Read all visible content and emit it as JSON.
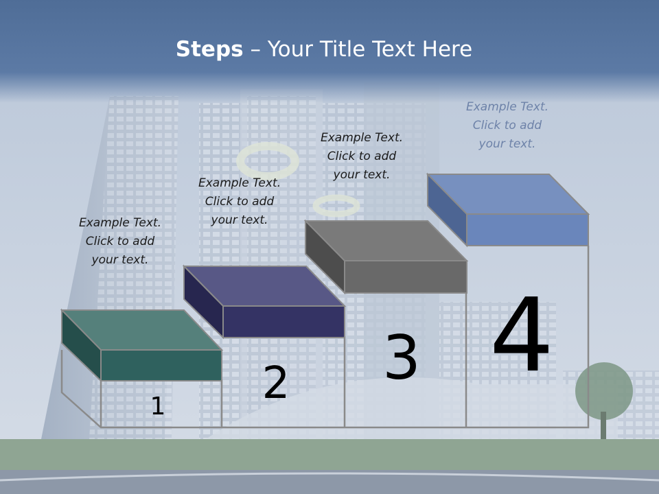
{
  "title": {
    "bold": "Steps",
    "rest": " – Your Title Text Here"
  },
  "steps": [
    {
      "number": "1",
      "caption": "Example Text.\nClick  to add\nyour text.",
      "top_color": "#55807b",
      "front_color": "#2f615e",
      "side_color": "#254e4b"
    },
    {
      "number": "2",
      "caption": "Example Text.\nClick  to add\nyour text.",
      "top_color": "#585886",
      "front_color": "#343364",
      "side_color": "#27264f"
    },
    {
      "number": "3",
      "caption": "Example Text.\nClick  to add\nyour text.",
      "top_color": "#7a7a7a",
      "front_color": "#696969",
      "side_color": "#4d4d4d"
    },
    {
      "number": "4",
      "caption": "Example Text.\nClick  to add\nyour text.",
      "top_color": "#7790bf",
      "front_color": "#6a86bb",
      "side_color": "#4d6593"
    }
  ]
}
